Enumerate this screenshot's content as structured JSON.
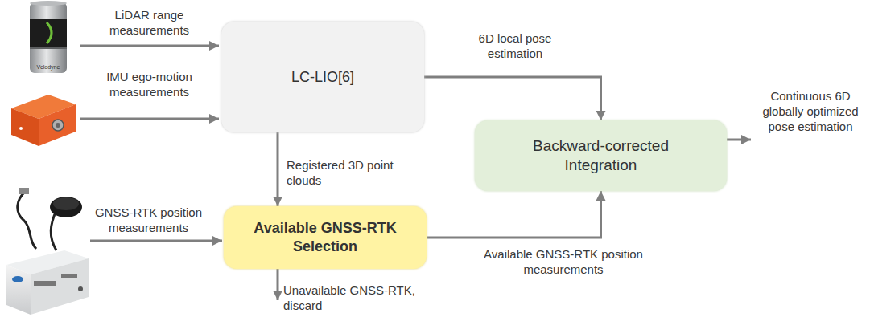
{
  "diagram": {
    "nodes": [
      {
        "text": [
          "LC-LIO[6]"
        ]
      },
      {
        "text": [
          "Available GNSS-RTK Selection"
        ]
      },
      {
        "text": [
          "Backward-corrected Integration"
        ]
      }
    ],
    "edges": [
      {
        "from": 0,
        "to": 2,
        "arrow": "to",
        "label": "6D local pose estimation"
      },
      {
        "from": 0,
        "to": 1,
        "arrow": "to",
        "label": "Registered 3D point clouds"
      },
      {
        "from": 1,
        "to": 2,
        "arrow": "to",
        "label": "Available GNSS-RTK position measurements"
      }
    ],
    "labels": [
      "LiDAR range measurements",
      "IMU ego-motion measurements",
      "GNSS-RTK position measurements",
      "Unavailable GNSS-RTK, discard",
      "Continuous 6D globally optimized pose estimation",
      "Velodyne"
    ]
  }
}
